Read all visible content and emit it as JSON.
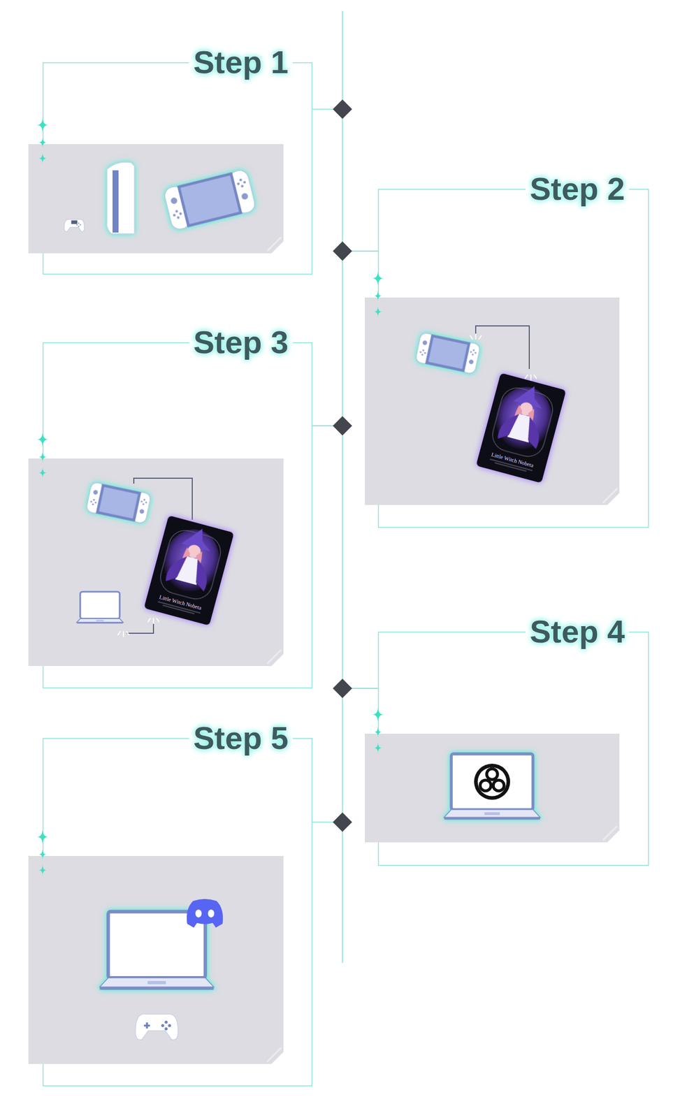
{
  "diagram": {
    "nodes": [
      {
        "text": [
          "Step 1"
        ]
      },
      {
        "text": [
          "Step 2"
        ]
      },
      {
        "text": [
          "Step 3"
        ]
      },
      {
        "text": [
          "Step 4"
        ]
      },
      {
        "text": [
          "Step 5"
        ]
      }
    ],
    "edges": [
      {
        "from": 0,
        "to": 1,
        "arrow": "none"
      },
      {
        "from": 1,
        "to": 2,
        "arrow": "none"
      },
      {
        "from": 2,
        "to": 3,
        "arrow": "none"
      },
      {
        "from": 3,
        "to": 4,
        "arrow": "none"
      }
    ],
    "labels": [
      "Little Witch Nobeta",
      "Little Witch Nobeta"
    ]
  }
}
